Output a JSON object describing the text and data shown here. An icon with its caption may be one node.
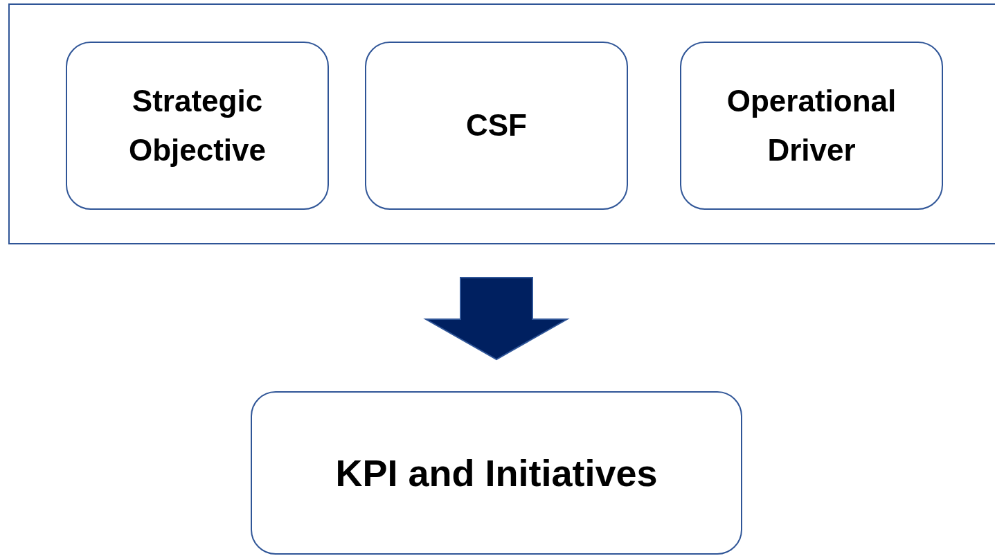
{
  "diagram": {
    "nodes": [
      {
        "text": [],
        "shape": "box"
      },
      {
        "text": [
          "Strategic Objective"
        ],
        "in": 0
      },
      {
        "text": [
          "CSF"
        ],
        "in": 0
      },
      {
        "text": [
          "Operational Driver"
        ],
        "in": 0
      },
      {
        "text": [
          "KPI and Initiatives"
        ]
      }
    ],
    "edges": [
      {
        "from": 0,
        "to": 4,
        "arrow": "to",
        "style": "thick"
      }
    ]
  }
}
